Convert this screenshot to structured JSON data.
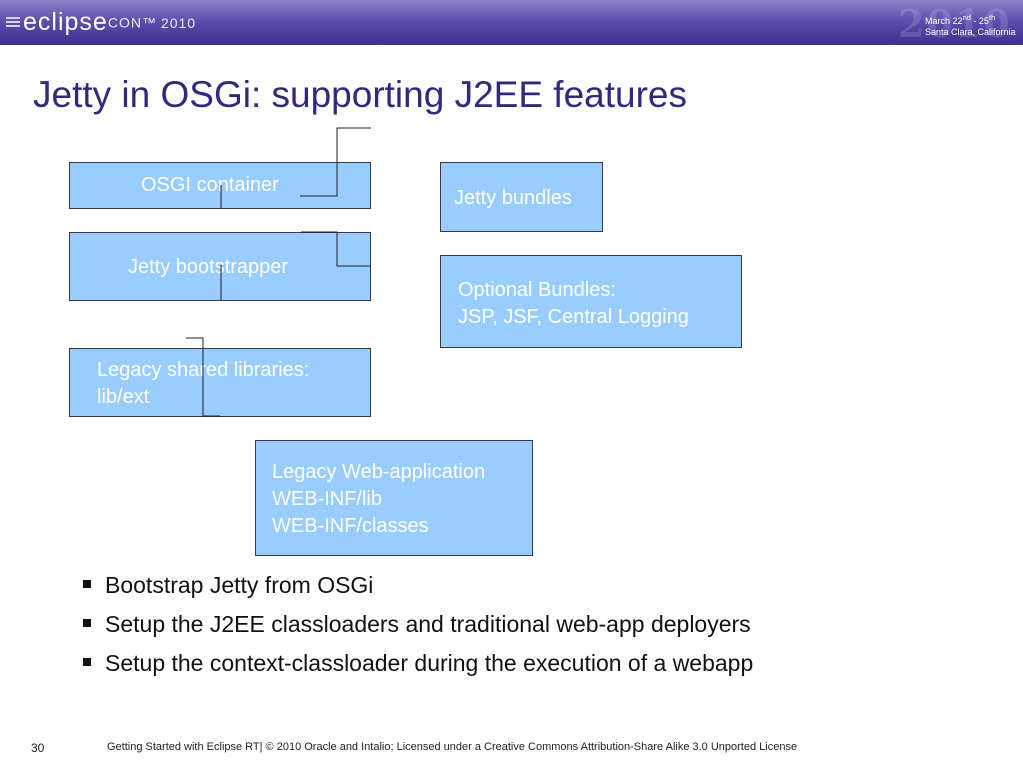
{
  "header": {
    "logo": {
      "name": "eclipse",
      "con": "CON",
      "tm": "™",
      "year": "2010"
    },
    "big_year": "2010",
    "dates": {
      "line1_pre": "March 22",
      "line1_sup1": "nd",
      "line1_mid": " - 25",
      "line1_sup2": "th",
      "line2": "Santa Clara, California"
    }
  },
  "slide": {
    "title": "Jetty in OSGi: supporting J2EE features",
    "boxes": {
      "osgi_container": [
        "OSGI container"
      ],
      "jetty_bootstrapper": [
        "Jetty bootstrapper"
      ],
      "legacy_shared_libraries": [
        "Legacy shared libraries:",
        "lib/ext"
      ],
      "jetty_bundles": [
        "Jetty bundles"
      ],
      "optional_bundles": [
        "Optional Bundles:",
        "JSP, JSF, Central Logging"
      ],
      "legacy_webapp": [
        "Legacy Web-application",
        "WEB-INF/lib",
        "WEB-INF/classes"
      ]
    },
    "bullets": [
      "Bootstrap Jetty from OSGi",
      "Setup the J2EE classloaders and traditional web-app deployers",
      "Setup the context-classloader during the execution of a webapp"
    ]
  },
  "footer": {
    "page_number": "30",
    "text": "Getting Started with Eclipse RT|  © 2010 Oracle and Intalio; Licensed under a Creative Commons Attribution-Share Alike 3.0 Unported License"
  },
  "colors": {
    "banner": "#4b3d9e",
    "title": "#2e2a7d",
    "box_fill": "#99ccff",
    "box_border": "#3a3a3a",
    "box_text": "#ffffff"
  }
}
